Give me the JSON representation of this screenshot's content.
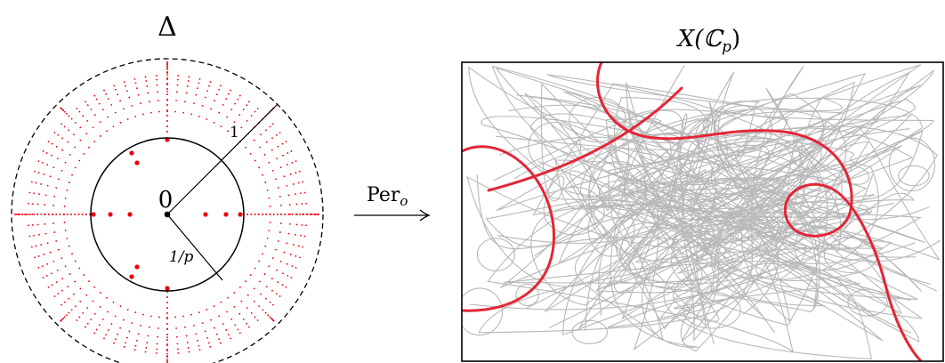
{
  "disk": {
    "title": "Δ",
    "center_label": "0",
    "radius_label_outer": "1",
    "radius_label_inner": "1/p",
    "point_color": "#e8000b"
  },
  "map": {
    "label": "Per",
    "label_subscript": "o",
    "arrow": "→"
  },
  "space": {
    "title_main": "X(ℂ",
    "title_subscript": "p",
    "title_close": ")",
    "curve_color": "#e32636",
    "background_curve_color": "#b8b8b8"
  }
}
